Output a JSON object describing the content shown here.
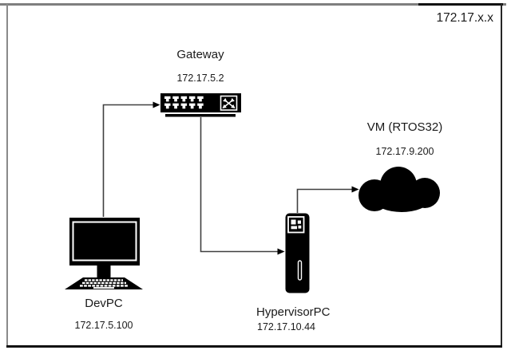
{
  "title": {
    "network_label": "172.17.x.x"
  },
  "nodes": {
    "gateway": {
      "label": "Gateway",
      "ip": "172.17.5.2",
      "icon": "network-switch-icon"
    },
    "devpc": {
      "label": "DevPC",
      "ip": "172.17.5.100",
      "icon": "desktop-computer-icon"
    },
    "hypervisorpc": {
      "label": "HypervisorPC",
      "ip": "172.17.10.44",
      "icon": "tower-pc-icon"
    },
    "vm": {
      "label": "VM (RTOS32)",
      "ip": "172.17.9.200",
      "icon": "cloud-icon"
    }
  },
  "edges": [
    {
      "from": "devpc",
      "to": "gateway",
      "style": "right-arrow"
    },
    {
      "from": "gateway",
      "to": "hypervisorpc",
      "style": "right-arrow"
    },
    {
      "from": "hypervisorpc",
      "to": "vm",
      "style": "right-arrow"
    }
  ],
  "colors": {
    "icon_fill": "#000000",
    "connector_line": "#404040",
    "arrowhead": "#000000",
    "border_gray": "#7f7f7f",
    "border_black": "#0f0f0f",
    "background": "#ffffff"
  }
}
